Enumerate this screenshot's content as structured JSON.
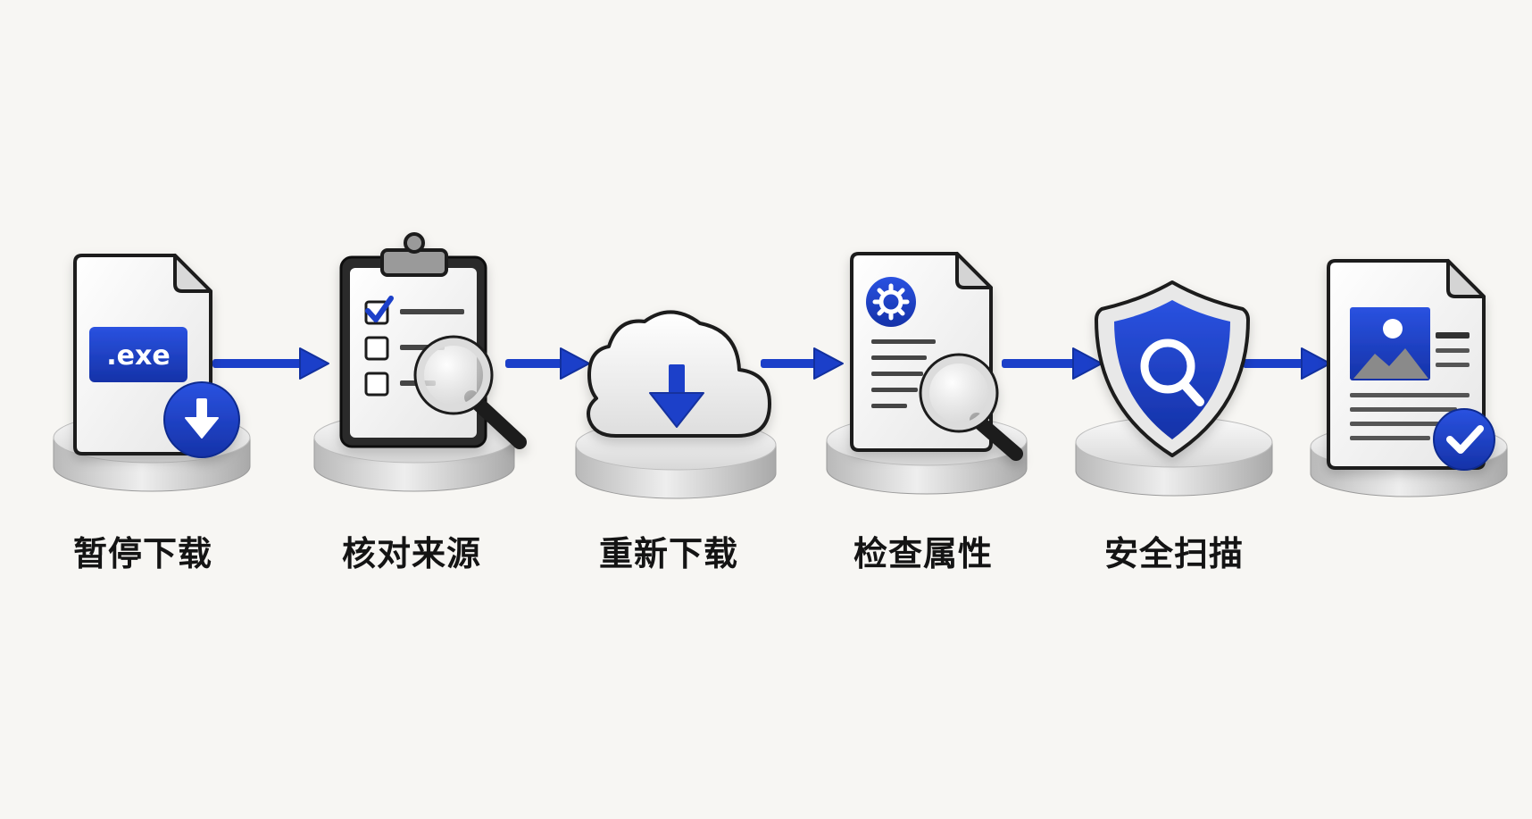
{
  "colors": {
    "accent": "#1b3fc9",
    "outline": "#1a1a1a",
    "background": "#f7f6f3",
    "paper": "#f5f5f5",
    "lines": "#444444"
  },
  "steps": [
    {
      "label": "暂停下载",
      "icon": "exe-file-download-icon",
      "badge": ".exe"
    },
    {
      "label": "核对来源",
      "icon": "clipboard-checklist-magnifier-icon"
    },
    {
      "label": "重新下载",
      "icon": "cloud-download-icon"
    },
    {
      "label": "检查属性",
      "icon": "document-gear-magnifier-icon"
    },
    {
      "label": "安全扫描",
      "icon": "shield-search-icon"
    },
    {
      "label": "",
      "icon": "image-document-check-icon"
    }
  ]
}
